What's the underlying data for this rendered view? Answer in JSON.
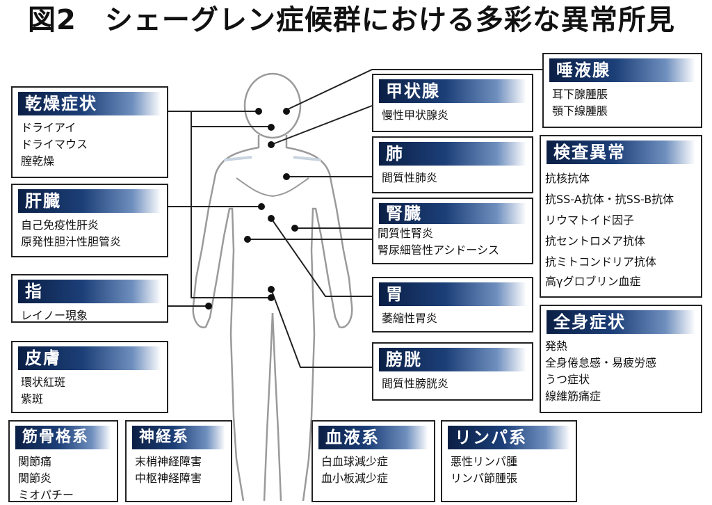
{
  "title": "図2　シェーグレン症候群における多彩な異常所見",
  "cards": {
    "dryness": {
      "title": "乾燥症状",
      "items": [
        "ドライアイ",
        "ドライマウス",
        "膣乾燥"
      ]
    },
    "liver": {
      "title": "肝臓",
      "items": [
        "自己免疫性肝炎",
        "原発性胆汁性胆管炎"
      ]
    },
    "finger": {
      "title": "指",
      "items": [
        "レイノー現象"
      ]
    },
    "skin": {
      "title": "皮膚",
      "items": [
        "環状紅斑",
        "紫斑"
      ]
    },
    "musculo": {
      "title": "筋骨格系",
      "items": [
        "関節痛",
        "関節炎",
        "ミオパチー"
      ]
    },
    "nerve": {
      "title": "神経系",
      "items": [
        "末梢神経障害",
        "中枢神経障害"
      ]
    },
    "blood": {
      "title": "血液系",
      "items": [
        "白血球減少症",
        "血小板減少症"
      ]
    },
    "lymph": {
      "title": "リンパ系",
      "items": [
        "悪性リンパ腫",
        "リンパ節腫張"
      ]
    },
    "thyroid": {
      "title": "甲状腺",
      "items": [
        "慢性甲状腺炎"
      ]
    },
    "lung": {
      "title": "肺",
      "items": [
        "間質性肺炎"
      ]
    },
    "kidney": {
      "title": "腎臓",
      "items": [
        "間質性腎炎",
        "腎尿細管性アシドーシス"
      ]
    },
    "stomach": {
      "title": "胃",
      "items": [
        "萎縮性胃炎"
      ]
    },
    "bladder": {
      "title": "膀胱",
      "items": [
        "間質性膀胱炎"
      ]
    },
    "saliva": {
      "title": "唾液腺",
      "items": [
        "耳下腺腫脹",
        "顎下線腫脹"
      ]
    },
    "lab": {
      "title": "検査異常",
      "items": [
        "抗核抗体",
        "抗SS-A抗体・抗SS-B抗体",
        "リウマトイド因子",
        "抗セントロメア抗体",
        "抗ミトコンドリア抗体",
        "高γグロブリン血症"
      ]
    },
    "systemic": {
      "title": "全身症状",
      "items": [
        "発熱",
        "全身倦怠感・易疲労感",
        "うつ症状",
        "線維筋痛症"
      ]
    }
  },
  "colors": {
    "header_dark": "#0b1f45",
    "header_mid": "#1c3f78",
    "line": "#222222",
    "body_outline": "#9a9a9a"
  }
}
